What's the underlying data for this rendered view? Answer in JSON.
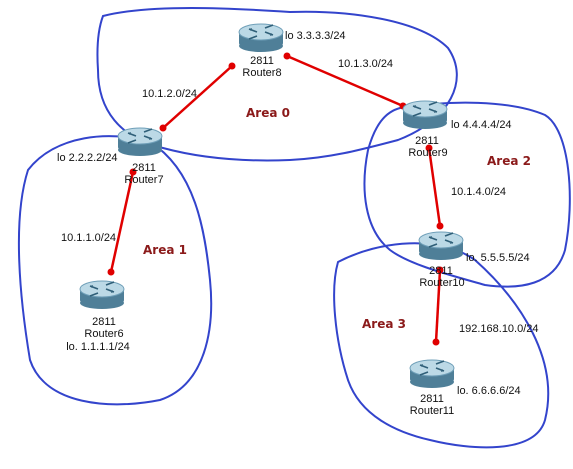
{
  "colors": {
    "link": "#e00000",
    "area_outline": "#3344cc",
    "area_label": "#8b1a1a",
    "router_body": "#5f93ad",
    "router_top": "#bcd9e6"
  },
  "areas": [
    {
      "label": "Area 0"
    },
    {
      "label": "Area 1"
    },
    {
      "label": "Area 2"
    },
    {
      "label": "Area 3"
    }
  ],
  "routers": [
    {
      "name": "Router8",
      "model": "2811",
      "loopback": "lo 3.3.3.3/24"
    },
    {
      "name": "Router7",
      "model": "2811",
      "loopback": "lo 2.2.2.2/24"
    },
    {
      "name": "Router9",
      "model": "2811",
      "loopback": "lo 4.4.4.4/24"
    },
    {
      "name": "Router10",
      "model": "2811",
      "loopback": "lo. 5.5.5.5/24"
    },
    {
      "name": "Router6",
      "model": "2811",
      "loopback": "lo. 1.1.1.1/24"
    },
    {
      "name": "Router11",
      "model": "2811",
      "loopback": "lo. 6.6.6.6/24"
    }
  ],
  "links": [
    {
      "network": "10.1.2.0/24"
    },
    {
      "network": "10.1.3.0/24"
    },
    {
      "network": "10.1.1.0/24"
    },
    {
      "network": "10.1.4.0/24"
    },
    {
      "network": "192.168.10.0/24"
    }
  ]
}
